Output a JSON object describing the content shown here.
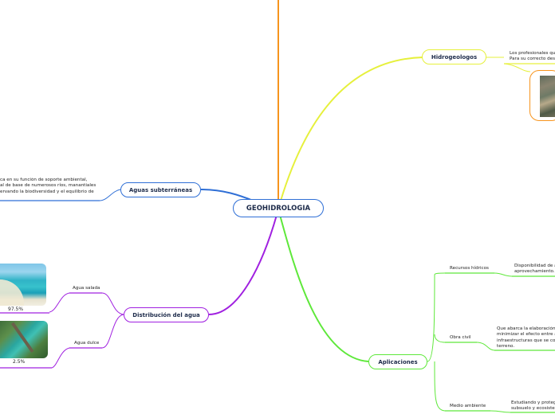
{
  "central": {
    "title": "GEOHIDROLOGIA"
  },
  "topics": {
    "hidrogeologos": {
      "title": "Hidrogeologos",
      "note_lines": [
        "Los profesionales que",
        "Para su correcto desem"
      ]
    },
    "aguas_subterraneas": {
      "title": "Aguas subterráneas",
      "note_lines": [
        "ca en su función de soporte ambiental,",
        "al de base de numerosos ríos, manantiales",
        "ervando la biodiversidad y el equilibrio de"
      ]
    },
    "distribucion": {
      "title": "Distribución del agua",
      "agua_salada": {
        "label": "Agua salada",
        "percent": "97.5%"
      },
      "agua_dulce": {
        "label": "Agua dulce",
        "percent": "2.5%"
      }
    },
    "aplicaciones": {
      "title": "Aplicaciones",
      "recursos": {
        "label": "Recursos hídricos",
        "note_lines": [
          "Disponibilidad de a",
          "aprovechamiento."
        ]
      },
      "obra_civil": {
        "label": "Obra civil",
        "note_lines": [
          "Que abarca la elaboración",
          "minimizar el efecto entre a",
          "infraestructuras que se co",
          "terreno."
        ]
      },
      "medio_ambiente": {
        "label": "Medio ambiente",
        "note_lines": [
          "Estudiando y proteg",
          "subsuelo y ecosiste"
        ]
      }
    }
  },
  "colors": {
    "orange": "#f7941d",
    "yellow": "#e6f03c",
    "blue": "#2f6fd6",
    "purple": "#a020e0",
    "green": "#5ee83a",
    "navy": "#1d2b4a"
  }
}
